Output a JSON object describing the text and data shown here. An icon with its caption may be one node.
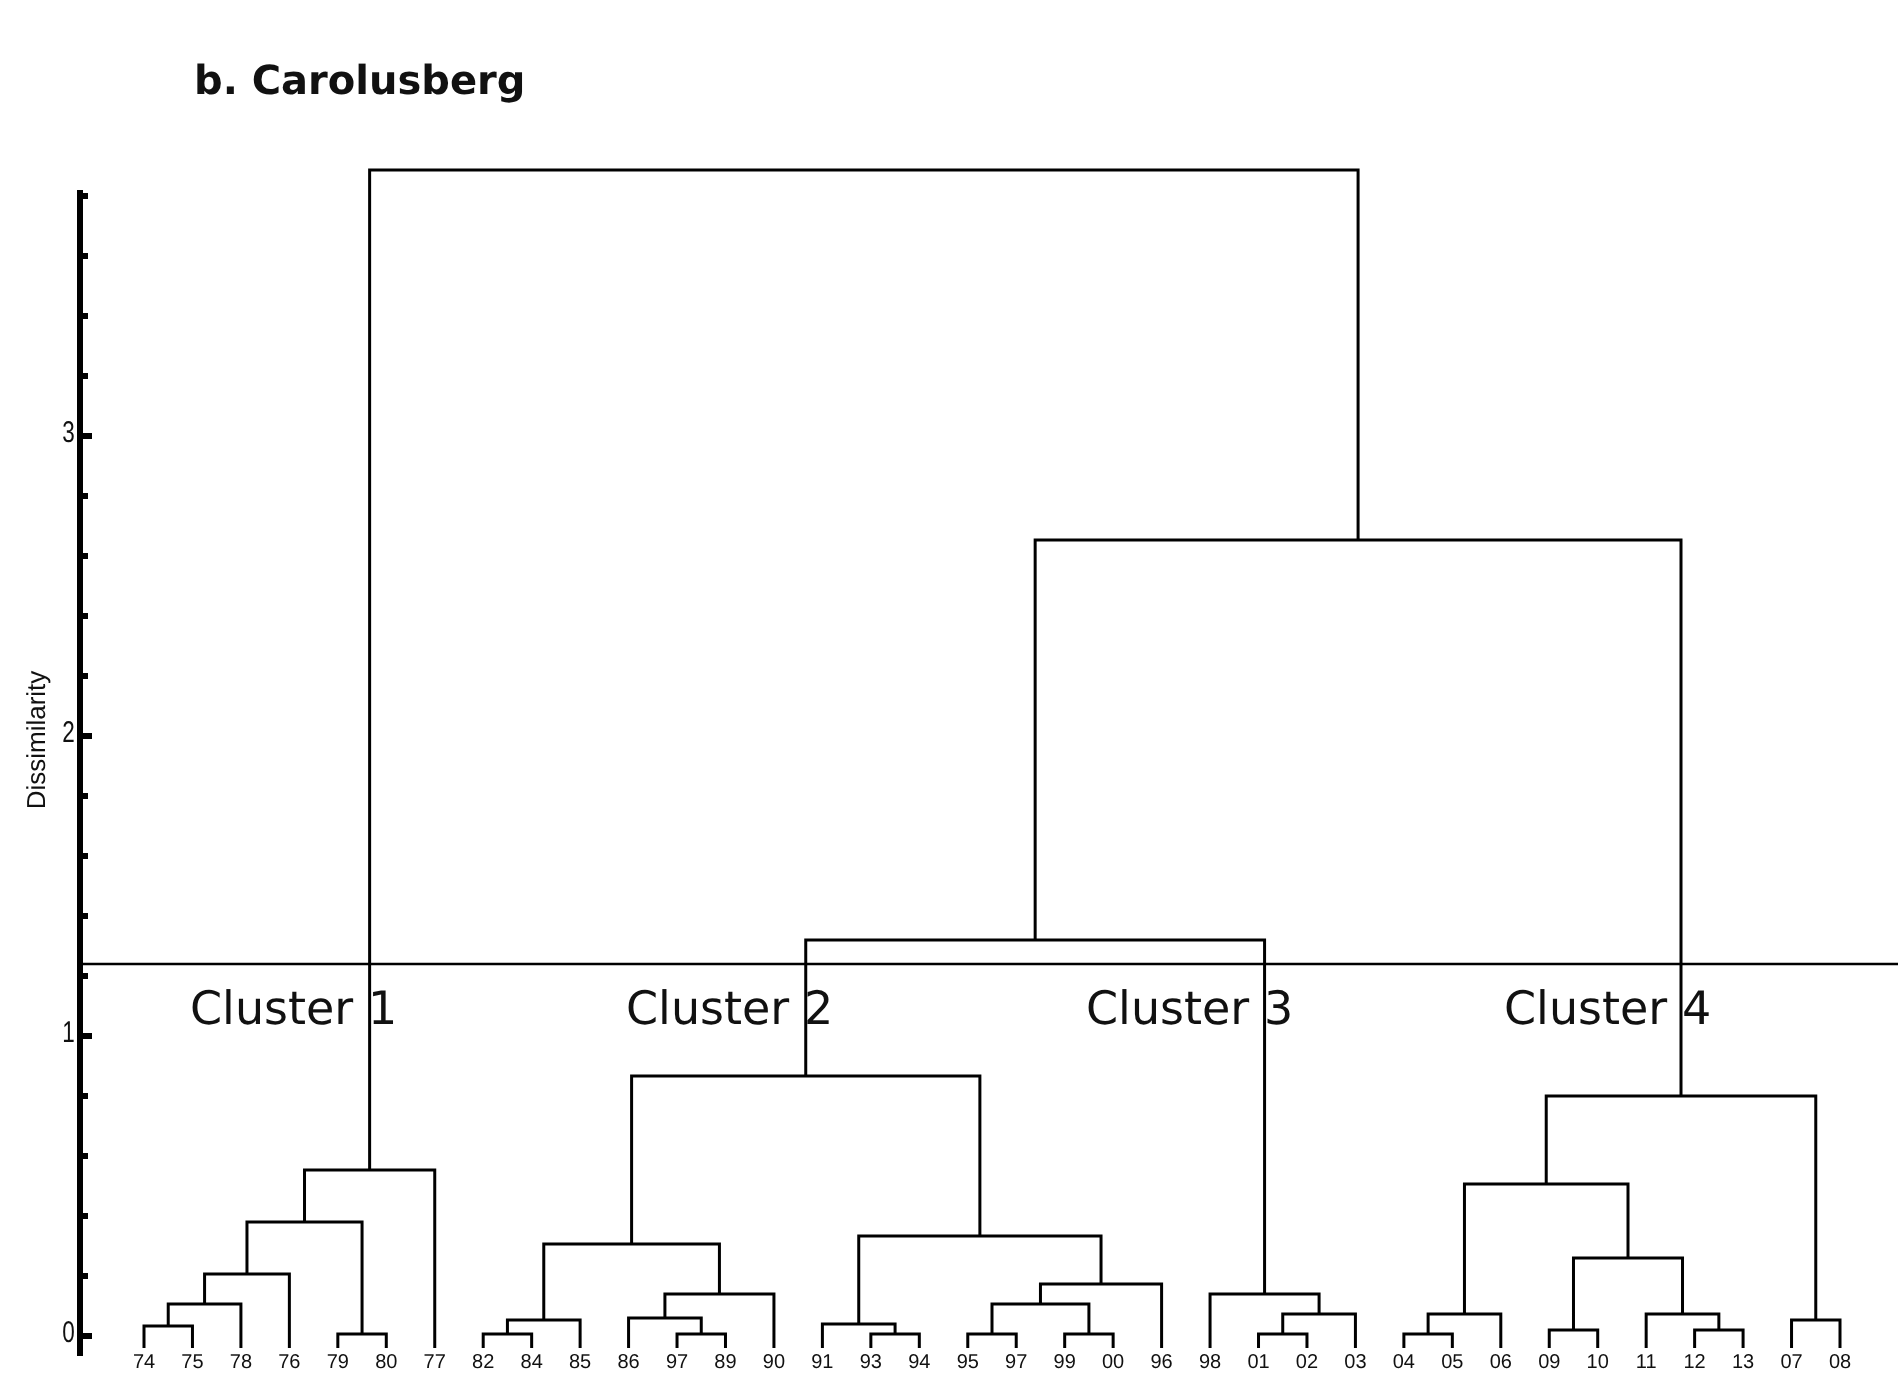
{
  "diagram": {
    "title": "b. Carolusberg",
    "labels": [
      "Dissimilarity",
      "3",
      "2",
      "1",
      "0",
      "Cluster 1",
      "Cluster 2",
      "Cluster 3",
      "Cluster 4",
      "74",
      "75",
      "78",
      "76",
      "79",
      "80",
      "77",
      "82",
      "84",
      "85",
      "86",
      "97",
      "89",
      "90",
      "91",
      "93",
      "94",
      "95",
      "97",
      "99",
      "00",
      "96",
      "98",
      "01",
      "02",
      "03",
      "04",
      "05",
      "06",
      "09",
      "10",
      "11",
      "12",
      "13",
      "07",
      "08"
    ]
  }
}
